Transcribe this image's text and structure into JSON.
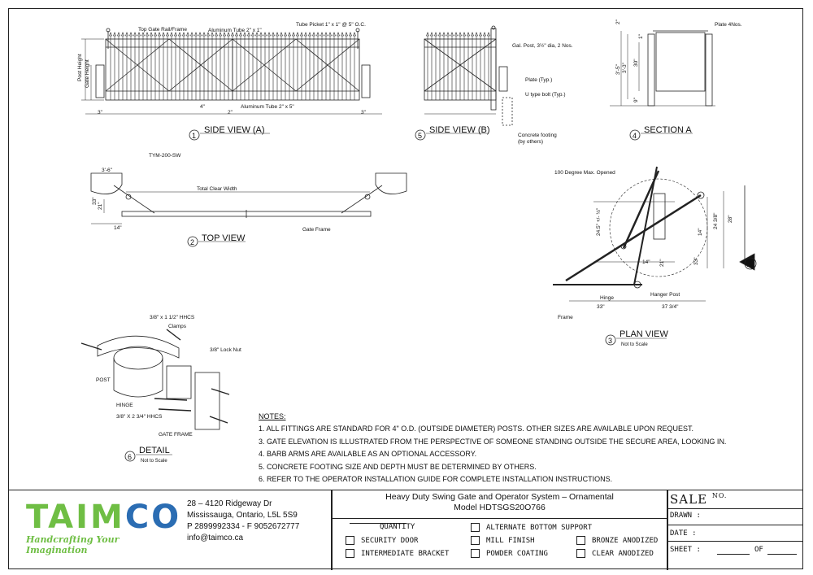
{
  "views": {
    "side_a": {
      "num": "1",
      "title": "SIDE VIEW (A)"
    },
    "side_b": {
      "num": "5",
      "title": "SIDE VIEW (B)"
    },
    "section_a": {
      "num": "4",
      "title": "SECTION A"
    },
    "top": {
      "num": "2",
      "title": "TOP VIEW"
    },
    "plan": {
      "num": "3",
      "title": "PLAN VIEW",
      "sub": "Not to Scale"
    },
    "detail": {
      "num": "6",
      "title": "DETAIL",
      "sub": "Not to Scale"
    }
  },
  "labels": {
    "top_gate_rail": "Top Gate Rail/Frame",
    "alu_tube_2x1": "Aluminum Tube 2\" x 1\"",
    "tube_picket": "Tube Picket 1\" x 1\" @ 5\" O.C.",
    "alu_tube_2x5": "Aluminum Tube 2\" x 5\"",
    "post_height": "Post Height",
    "gate_height": "Gate Height",
    "dim_3in": "3\"",
    "dim_4in": "4\"",
    "dim_2in": "2\"",
    "gal_post": "Gal. Post, 3½\" dia, 2 Nos.",
    "plate_typ": "Plate (Typ.)",
    "u_bolt": "U type bolt (Typ.)",
    "concrete_footing": "Concrete footing",
    "by_others": "(by others)",
    "plate_4nos": "Plate 4Nos.",
    "dim_2in_sec": "2\"",
    "dim_1in": "1\"",
    "dim_3_5": "3'-5\"",
    "dim_3_3": "3'-3\"",
    "dim_30": "30\"",
    "dim_9": "9\"",
    "tym": "TYM-200-SW",
    "dim_3_6": "3'-6\"",
    "total_clear_width": "Total Clear Width",
    "gate_frame": "Gate Frame",
    "dim_33": "33\"",
    "dim_21": "21\"",
    "dim_14": "14\"",
    "open_100": "100 Degree Max. Opened",
    "dim_24_5": "24.5\" +/- ½\"",
    "dim_24_38": "24 3/8\"",
    "dim_28": "28\"",
    "dim_14b": "14\"",
    "dim_21b": "21\"",
    "dim_33b": "33\"",
    "hinge": "Hinge",
    "hanger_post": "Hanger Post",
    "dim_33c": "33\"",
    "dim_37_34": "37 3/4\"",
    "frame": "Frame",
    "section_marker": "A",
    "hhcs_short": "3/8\" x 1 1/2\" HHCS",
    "clamps": "Clamps",
    "lock_nut": "3/8\" Lock Nut",
    "post": "POST",
    "hinge_caps": "HINGE",
    "hhcs_long": "3/8\" X 2 3/4\" HHCS",
    "gate_frame_caps": "GATE FRAME"
  },
  "notes": {
    "heading": "NOTES:",
    "items": [
      "1. ALL FITTINGS ARE STANDARD FOR 4\" O.D. (OUTSIDE DIAMETER)  POSTS. OTHER SIZES ARE AVAILABLE UPON REQUEST.",
      "3. GATE ELEVATION IS ILLUSTRATED FROM THE PERSPECTIVE OF  SOMEONE STANDING OUTSIDE THE SECURE AREA, LOOKING IN.",
      "4. BARB ARMS ARE AVAILABLE AS AN OPTIONAL ACCESSORY.",
      "5. CONCRETE FOOTING SIZE AND DEPTH MUST BE DETERMINED BY  OTHERS.",
      "6. REFER TO THE OPERATOR INSTALLATION GUIDE FOR COMPLETE  INSTALLATION INSTRUCTIONS."
    ]
  },
  "company": {
    "logo_main": "TAIM",
    "logo_o": "CO",
    "tagline": "Handcrafting Your Imagination",
    "address1": "28 – 4120 Ridgeway Dr",
    "address2": "Mississauga, Ontario, L5L 5S9",
    "phone": "P 2899992334 - F 9052672777",
    "email": "info@taimco.ca",
    "brand_green": "#6fbe44",
    "brand_blue": "#2b6db3"
  },
  "title_block": {
    "title1": "Heavy Duty Swing Gate and Operator System – Ornamental",
    "title2": "Model HDTSGS20O766",
    "quantity": "QUANTITY",
    "options": [
      "SECURITY DOOR",
      "INTERMEDIATE BRACKET",
      "ALTERNATE BOTTOM SUPPORT",
      "MILL FINISH",
      "POWDER COATING",
      "BRONZE ANODIZED",
      "CLEAR ANODIZED"
    ],
    "sale": "SALE",
    "sale_no": "NO.",
    "drawn": "DRAWN :",
    "date": "DATE :",
    "sheet": "SHEET :",
    "of": "OF"
  }
}
